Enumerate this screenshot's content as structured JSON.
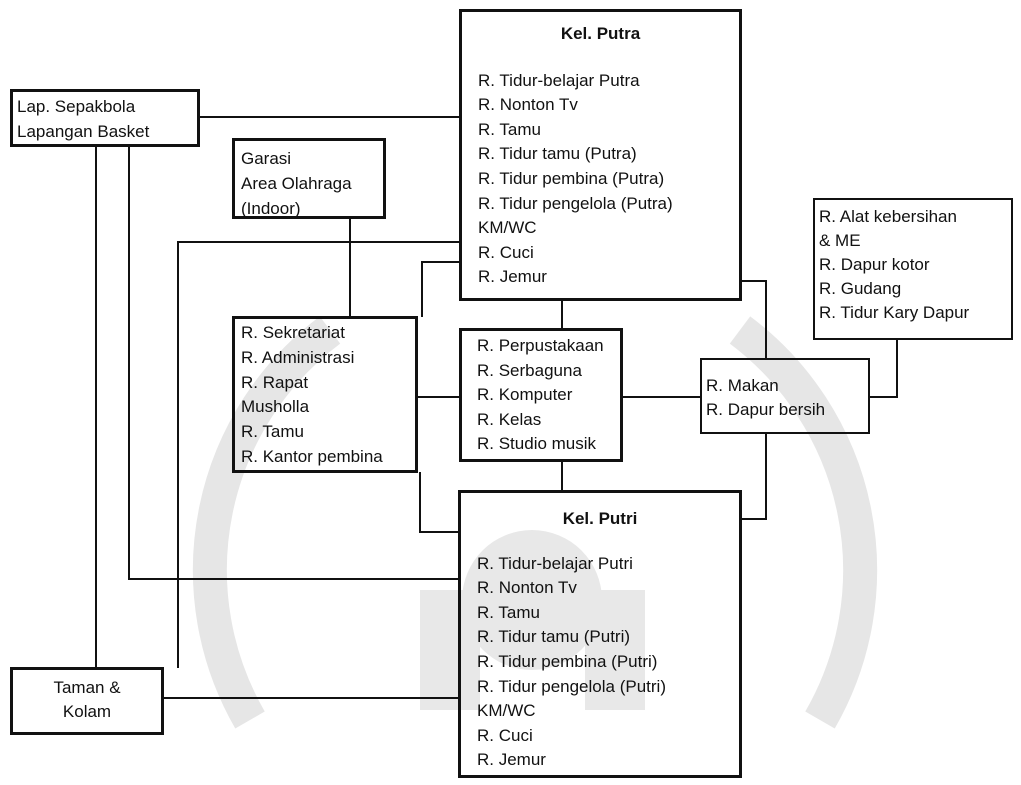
{
  "boxes": {
    "kel_putra": {
      "title": "Kel. Putra",
      "rooms": [
        "R. Tidur-belajar Putra",
        "R. Nonton Tv",
        "R. Tamu",
        "R. Tidur tamu (Putra)",
        "R. Tidur pembina (Putra)",
        "R. Tidur pengelola (Putra)",
        "KM/WC",
        "R. Cuci",
        "R. Jemur"
      ]
    },
    "lapangan": {
      "rooms": [
        "Lap. Sepakbola",
        "Lapangan Basket"
      ]
    },
    "garasi": {
      "rooms": [
        "Garasi",
        "Area Olahraga",
        "(Indoor)"
      ]
    },
    "sekretariat": {
      "rooms": [
        "R. Sekretariat",
        "R. Administrasi",
        "R. Rapat",
        "Musholla",
        "R. Tamu",
        "R. Kantor pembina"
      ]
    },
    "perpustakaan": {
      "rooms": [
        "R. Perpustakaan",
        "R. Serbaguna",
        "R. Komputer",
        "R. Kelas",
        "R. Studio musik"
      ]
    },
    "makan": {
      "rooms": [
        "R. Makan",
        "R. Dapur bersih"
      ]
    },
    "alat": {
      "rooms": [
        "R. Alat kebersihan",
        "& ME",
        "R. Dapur kotor",
        "R. Gudang",
        "R. Tidur Kary Dapur"
      ]
    },
    "kel_putri": {
      "title": "Kel. Putri",
      "rooms": [
        "R. Tidur-belajar Putri",
        "R. Nonton Tv",
        "R. Tamu",
        "R. Tidur tamu (Putri)",
        "R. Tidur pembina (Putri)",
        "R. Tidur pengelola (Putri)",
        "KM/WC",
        "R. Cuci",
        "R. Jemur"
      ]
    },
    "taman": {
      "rooms": [
        "Taman &",
        "Kolam"
      ]
    }
  },
  "colors": {
    "line": "#111111",
    "watermark": "#e4e4e4"
  }
}
